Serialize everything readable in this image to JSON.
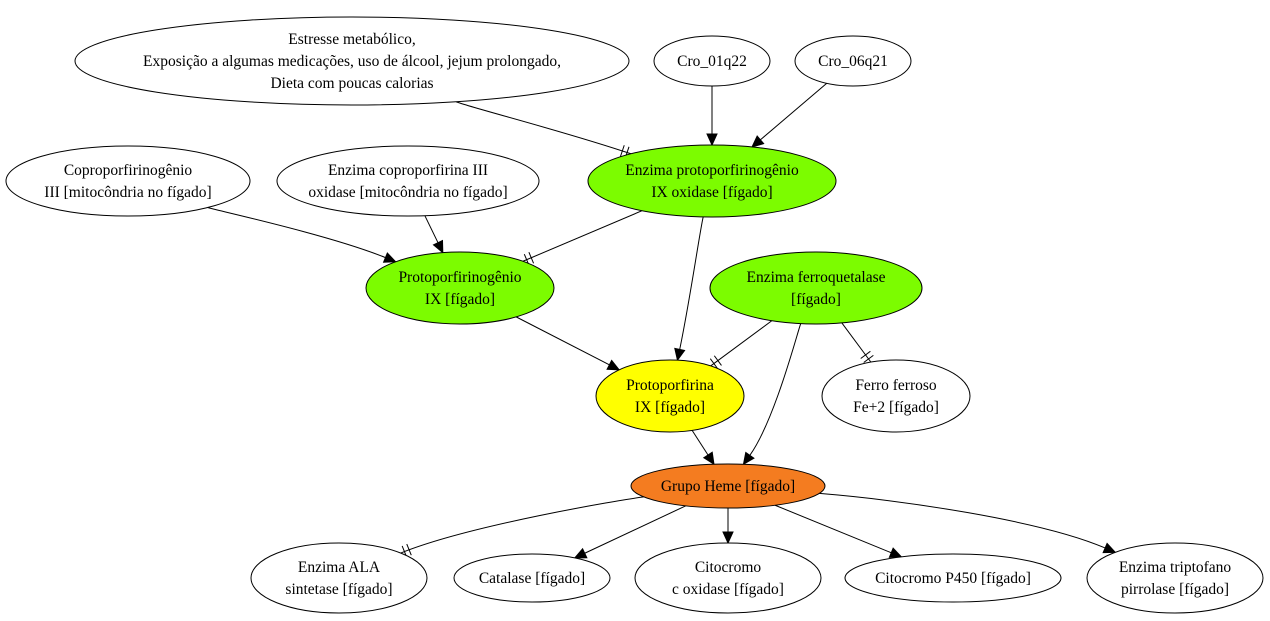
{
  "diagram": {
    "nodes": {
      "stress": {
        "lines": [
          "Estresse metabólico,",
          "Exposição a algumas medicações, uso de álcool, jejum prolongado,",
          "Dieta com poucas calorias"
        ],
        "fill": "#ffffff"
      },
      "cro01": {
        "lines": [
          "Cro_01q22"
        ],
        "fill": "#ffffff"
      },
      "cro06": {
        "lines": [
          "Cro_06q21"
        ],
        "fill": "#ffffff"
      },
      "copro": {
        "lines": [
          "Coproporfirinogênio",
          "III [mitocôndria no fígado]"
        ],
        "fill": "#ffffff"
      },
      "cpox": {
        "lines": [
          "Enzima coproporfirina III",
          "oxidase [mitocôndria no fígado]"
        ],
        "fill": "#ffffff"
      },
      "ppox": {
        "lines": [
          "Enzima protoporfirinogênio",
          "IX oxidase [fígado]"
        ],
        "fill": "#7cfc00"
      },
      "protogen": {
        "lines": [
          "Protoporfirinogênio",
          "IX [fígado]"
        ],
        "fill": "#7cfc00"
      },
      "fech": {
        "lines": [
          "Enzima ferroquetalase",
          "[fígado]"
        ],
        "fill": "#7cfc00"
      },
      "proto": {
        "lines": [
          "Protoporfirina",
          "IX [fígado]"
        ],
        "fill": "#ffff00"
      },
      "ferro": {
        "lines": [
          "Ferro ferroso",
          "Fe+2 [fígado]"
        ],
        "fill": "#ffffff"
      },
      "heme": {
        "lines": [
          "Grupo Heme [fígado]"
        ],
        "fill": "#f47c20"
      },
      "alas": {
        "lines": [
          "Enzima ALA",
          "sintetase [fígado]"
        ],
        "fill": "#ffffff"
      },
      "catalase": {
        "lines": [
          "Catalase [fígado]"
        ],
        "fill": "#ffffff"
      },
      "cox": {
        "lines": [
          "Citocromo",
          "c oxidase [fígado]"
        ],
        "fill": "#ffffff"
      },
      "p450": {
        "lines": [
          "Citocromo P450 [fígado]"
        ],
        "fill": "#ffffff"
      },
      "tdo": {
        "lines": [
          "Enzima triptofano",
          "pirrolase [fígado]"
        ],
        "fill": "#ffffff"
      }
    },
    "edges": [
      {
        "from": "stress",
        "to": "ppox",
        "type": "inhibit"
      },
      {
        "from": "cro01",
        "to": "ppox",
        "type": "activate"
      },
      {
        "from": "cro06",
        "to": "ppox",
        "type": "activate"
      },
      {
        "from": "copro",
        "to": "protogen",
        "type": "activate"
      },
      {
        "from": "cpox",
        "to": "protogen",
        "type": "activate"
      },
      {
        "from": "ppox",
        "to": "protogen",
        "type": "inhibit"
      },
      {
        "from": "ppox",
        "to": "proto",
        "type": "activate"
      },
      {
        "from": "protogen",
        "to": "proto",
        "type": "activate"
      },
      {
        "from": "fech",
        "to": "proto",
        "type": "inhibit"
      },
      {
        "from": "fech",
        "to": "ferro",
        "type": "inhibit"
      },
      {
        "from": "fech",
        "to": "heme",
        "type": "activate"
      },
      {
        "from": "proto",
        "to": "heme",
        "type": "activate"
      },
      {
        "from": "heme",
        "to": "alas",
        "type": "inhibit"
      },
      {
        "from": "heme",
        "to": "catalase",
        "type": "activate"
      },
      {
        "from": "heme",
        "to": "cox",
        "type": "activate"
      },
      {
        "from": "heme",
        "to": "p450",
        "type": "activate"
      },
      {
        "from": "heme",
        "to": "tdo",
        "type": "activate"
      }
    ]
  }
}
